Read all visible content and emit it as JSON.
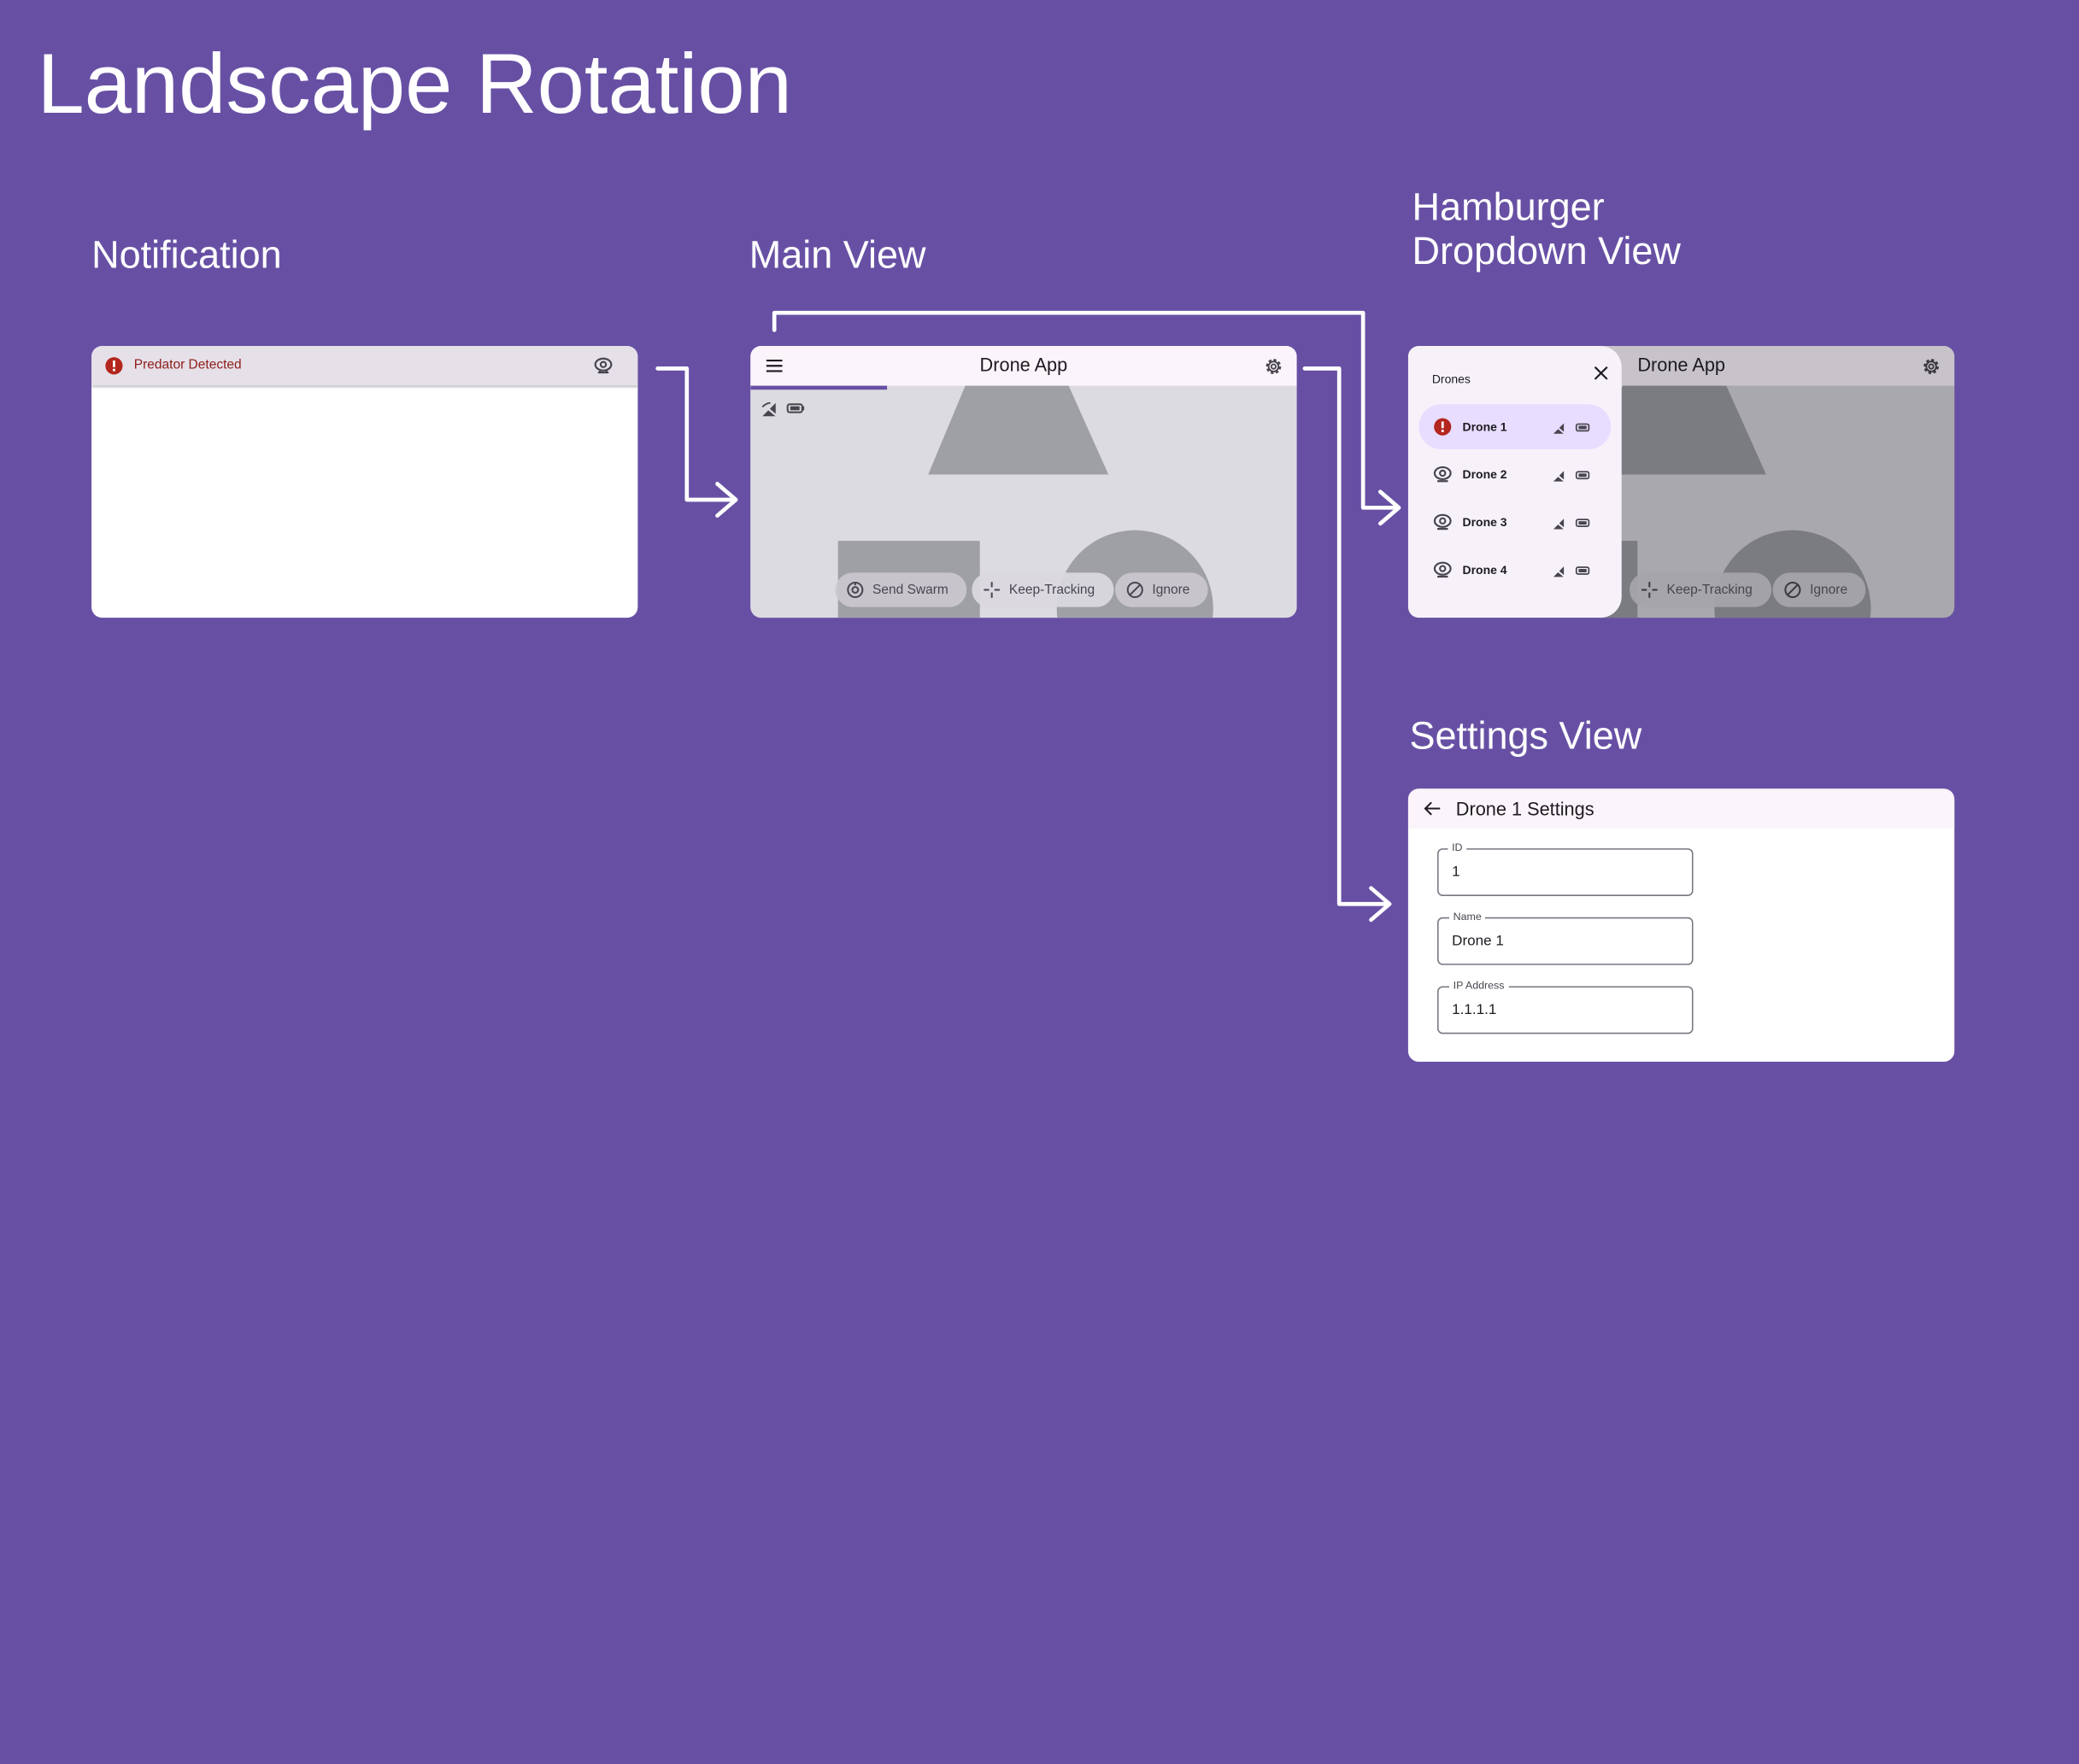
{
  "title": "Landscape Rotation",
  "sections": {
    "notification": "Notification",
    "main": "Main View",
    "hamburger": "Hamburger\nDropdown View",
    "settings": "Settings View"
  },
  "notification": {
    "text": "Predator Detected",
    "alert_color": "#b3261e"
  },
  "main_view": {
    "app_title": "Drone App",
    "chips": [
      "Send Swarm",
      "Keep-Tracking",
      "Ignore"
    ]
  },
  "dropdown_view": {
    "app_title": "Drone App",
    "drawer_title": "Drones",
    "drones": [
      {
        "name": "Drone 1",
        "alert": true
      },
      {
        "name": "Drone 2",
        "alert": false
      },
      {
        "name": "Drone 3",
        "alert": false
      },
      {
        "name": "Drone 4",
        "alert": false
      }
    ],
    "chips": [
      "Keep-Tracking",
      "Ignore"
    ]
  },
  "settings_view": {
    "title": "Drone 1 Settings",
    "fields": [
      {
        "label": "ID",
        "value": "1"
      },
      {
        "label": "Name",
        "value": "Drone 1"
      },
      {
        "label": "IP Address",
        "value": "1.1.1.1"
      }
    ]
  },
  "colors": {
    "background": "#6750a4",
    "accent": "#6750a4",
    "alert": "#b3261e"
  }
}
